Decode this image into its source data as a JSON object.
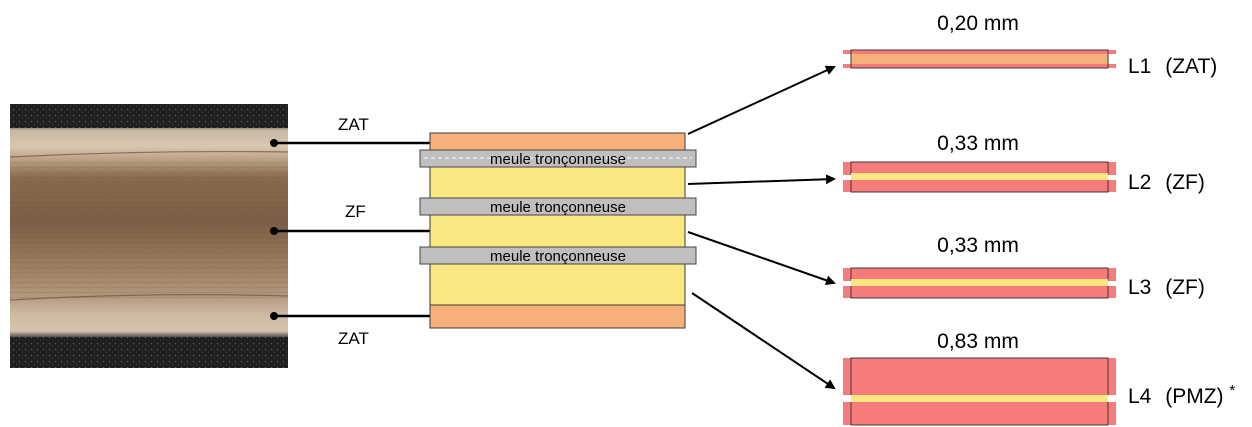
{
  "colors": {
    "zat": "#F8B07A",
    "zf": "#FBE781",
    "blade": "#BFBFBF",
    "sample_red": "#F77B7B",
    "outline": "#3a3a3a"
  },
  "micrograph": {
    "label_top": "ZAT",
    "label_mid": "ZF",
    "label_bottom": "ZAT"
  },
  "block": {
    "blades": [
      "meule tronçonneuse",
      "meule tronçonneuse",
      "meule tronçonneuse"
    ]
  },
  "samples": [
    {
      "thickness": "0,20 mm",
      "name": "L1",
      "zone": "(ZAT)",
      "has_zf_band": false
    },
    {
      "thickness": "0,33 mm",
      "name": "L2",
      "zone": "(ZF)",
      "has_zf_band": true
    },
    {
      "thickness": "0,33 mm",
      "name": "L3",
      "zone": "(ZF)",
      "has_zf_band": true
    },
    {
      "thickness": "0,83 mm",
      "name": "L4",
      "zone": "(PMZ)",
      "note": "*",
      "has_zf_band": true
    }
  ]
}
